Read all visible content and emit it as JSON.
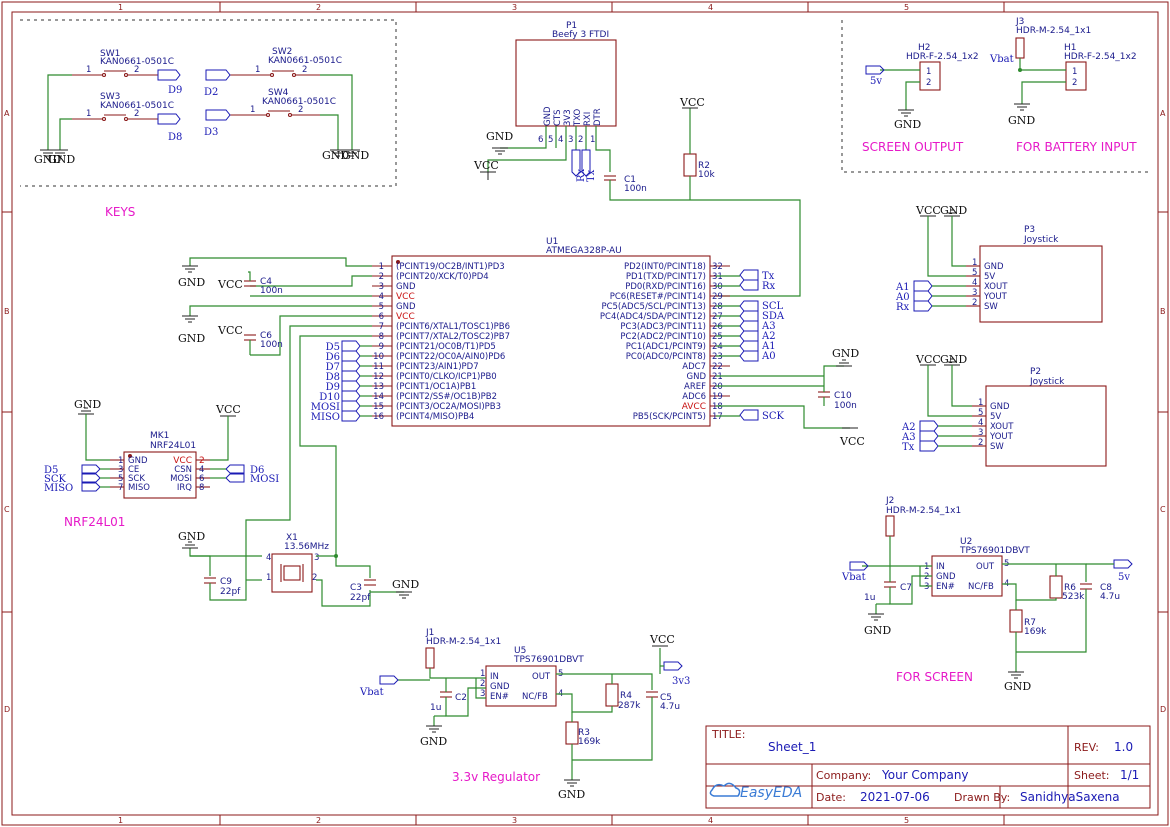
{
  "frame": {
    "columns": [
      "1",
      "2",
      "3",
      "4",
      "5"
    ],
    "rows": [
      "A",
      "B",
      "C",
      "D"
    ]
  },
  "sections": {
    "keys": "KEYS",
    "nrf": "NRF24L01",
    "screen_output": "SCREEN OUTPUT",
    "battery_input": "FOR BATTERY INPUT",
    "for_screen": "FOR SCREEN",
    "regulator": "3.3v Regulator"
  },
  "components": {
    "sw1": {
      "ref": "SW1",
      "value": "KAN0661-0501C"
    },
    "sw2": {
      "ref": "SW2",
      "value": "KAN0661-0501C"
    },
    "sw3": {
      "ref": "SW3",
      "value": "KAN0661-0501C"
    },
    "sw4": {
      "ref": "SW4",
      "value": "KAN0661-0501C"
    },
    "p1": {
      "ref": "P1",
      "value": "Beefy 3 FTDI",
      "pins": [
        "GND",
        "CTS",
        "3V3",
        "TXO",
        "RXI",
        "DTR"
      ],
      "pin_nums": [
        "6",
        "5",
        "4",
        "3",
        "2",
        "1"
      ]
    },
    "c1": {
      "ref": "C1",
      "value": "100n"
    },
    "r2": {
      "ref": "R2",
      "value": "10k"
    },
    "h2": {
      "ref": "H2",
      "value": "HDR-F-2.54_1x2"
    },
    "h1": {
      "ref": "H1",
      "value": "HDR-F-2.54_1x2"
    },
    "j3": {
      "ref": "J3",
      "value": "HDR-M-2.54_1x1"
    },
    "u1": {
      "ref": "U1",
      "value": "ATMEGA328P-AU",
      "left_pins": [
        {
          "num": "1",
          "name": "(PCINT19/OC2B/INT1)PD3"
        },
        {
          "num": "2",
          "name": "(PCINT20/XCK/T0)PD4"
        },
        {
          "num": "3",
          "name": "GND"
        },
        {
          "num": "4",
          "name": "VCC"
        },
        {
          "num": "5",
          "name": "GND"
        },
        {
          "num": "6",
          "name": "VCC"
        },
        {
          "num": "7",
          "name": "(PCINT6/XTAL1/TOSC1)PB6"
        },
        {
          "num": "8",
          "name": "(PCINT7/XTAL2/TOSC2)PB7"
        },
        {
          "num": "9",
          "name": "(PCINT21/OC0B/T1)PD5"
        },
        {
          "num": "10",
          "name": "(PCINT22/OC0A/AIN0)PD6"
        },
        {
          "num": "11",
          "name": "(PCINT23/AIN1)PD7"
        },
        {
          "num": "12",
          "name": "(PCINT0/CLKO/ICP1)PB0"
        },
        {
          "num": "13",
          "name": "(PCINT1/OC1A)PB1"
        },
        {
          "num": "14",
          "name": "(PCINT2/SS#/OC1B)PB2"
        },
        {
          "num": "15",
          "name": "(PCINT3/OC2A/MOSI)PB3"
        },
        {
          "num": "16",
          "name": "(PCINT4/MISO)PB4"
        }
      ],
      "right_pins": [
        {
          "num": "32",
          "name": "PD2(INT0/PCINT18)"
        },
        {
          "num": "31",
          "name": "PD1(TXD/PCINT17)"
        },
        {
          "num": "30",
          "name": "PD0(RXD/PCINT16)"
        },
        {
          "num": "29",
          "name": "PC6(RESET#/PCINT14)"
        },
        {
          "num": "28",
          "name": "PC5(ADC5/SCL/PCINT13)"
        },
        {
          "num": "27",
          "name": "PC4(ADC4/SDA/PCINT12)"
        },
        {
          "num": "26",
          "name": "PC3(ADC3/PCINT11)"
        },
        {
          "num": "25",
          "name": "PC2(ADC2/PCINT10)"
        },
        {
          "num": "24",
          "name": "PC1(ADC1/PCINT9)"
        },
        {
          "num": "23",
          "name": "PC0(ADC0/PCINT8)"
        },
        {
          "num": "22",
          "name": "ADC7"
        },
        {
          "num": "21",
          "name": "GND"
        },
        {
          "num": "20",
          "name": "AREF"
        },
        {
          "num": "19",
          "name": "ADC6"
        },
        {
          "num": "18",
          "name": "AVCC"
        },
        {
          "num": "17",
          "name": "PB5(SCK/PCINT5)"
        }
      ]
    },
    "c4": {
      "ref": "C4",
      "value": "100n"
    },
    "c6": {
      "ref": "C6",
      "value": "100n"
    },
    "c10": {
      "ref": "C10",
      "value": "100n"
    },
    "p3": {
      "ref": "P3",
      "value": "Joystick",
      "pins": [
        {
          "num": "1",
          "name": "GND"
        },
        {
          "num": "5",
          "name": "5V"
        },
        {
          "num": "4",
          "name": "XOUT"
        },
        {
          "num": "3",
          "name": "YOUT"
        },
        {
          "num": "2",
          "name": "SW"
        }
      ]
    },
    "p2": {
      "ref": "P2",
      "value": "Joystick",
      "pins": [
        {
          "num": "1",
          "name": "GND"
        },
        {
          "num": "5",
          "name": "5V"
        },
        {
          "num": "4",
          "name": "XOUT"
        },
        {
          "num": "3",
          "name": "YOUT"
        },
        {
          "num": "2",
          "name": "SW"
        }
      ]
    },
    "mk1": {
      "ref": "MK1",
      "value": "NRF24L01",
      "left": [
        {
          "num": "1",
          "name": "GND"
        },
        {
          "num": "3",
          "name": "CE"
        },
        {
          "num": "5",
          "name": "SCK"
        },
        {
          "num": "7",
          "name": "MISO"
        }
      ],
      "right": [
        {
          "num": "2",
          "name": "VCC"
        },
        {
          "num": "4",
          "name": "CSN"
        },
        {
          "num": "6",
          "name": "MOSI"
        },
        {
          "num": "8",
          "name": "IRQ"
        }
      ]
    },
    "x1": {
      "ref": "X1",
      "value": "13.56MHz"
    },
    "c9": {
      "ref": "C9",
      "value": "22pf"
    },
    "c3": {
      "ref": "C3",
      "value": "22pf"
    },
    "j2": {
      "ref": "J2",
      "value": "HDR-M-2.54_1x1"
    },
    "u2": {
      "ref": "U2",
      "value": "TPS76901DBVT",
      "left": [
        "IN",
        "GND",
        "EN#"
      ],
      "right": [
        "OUT",
        "NC/FB"
      ]
    },
    "c7": {
      "ref": "C7",
      "value": "1u"
    },
    "r6": {
      "ref": "R6",
      "value": "523k"
    },
    "c8": {
      "ref": "C8",
      "value": "4.7u"
    },
    "r7": {
      "ref": "R7",
      "value": "169k"
    },
    "j1": {
      "ref": "J1",
      "value": "HDR-M-2.54_1x1"
    },
    "u5": {
      "ref": "U5",
      "value": "TPS76901DBVT",
      "left": [
        "IN",
        "GND",
        "EN#"
      ],
      "right": [
        "OUT",
        "NC/FB"
      ]
    },
    "c2": {
      "ref": "C2",
      "value": "1u"
    },
    "r4": {
      "ref": "R4",
      "value": "287k"
    },
    "c5": {
      "ref": "C5",
      "value": "4.7u"
    },
    "r3": {
      "ref": "R3",
      "value": "169k"
    }
  },
  "nets": {
    "gnd": "GND",
    "vcc": "VCC",
    "vbat": "Vbat",
    "v5": "5v",
    "v33": "3v3",
    "d9": "D9",
    "d2": "D2",
    "d8": "D8",
    "d3": "D3",
    "rx": "Rx",
    "tx": "Tx",
    "d5": "D5",
    "d6": "D6",
    "d7": "D7",
    "d10": "D10",
    "mosi": "MOSI",
    "miso": "MISO",
    "sck": "SCK",
    "scl": "SCL",
    "sda": "SDA",
    "a3": "A3",
    "a2": "A2",
    "a1": "A1",
    "a0": "A0"
  },
  "title_block": {
    "title_label": "TITLE:",
    "title": "Sheet_1",
    "rev_label": "REV:",
    "rev": "1.0",
    "company_label": "Company:",
    "company": "Your Company",
    "sheet_label": "Sheet:",
    "sheet": "1/1",
    "date_label": "Date:",
    "date": "2021-07-06",
    "drawn_label": "Drawn By:",
    "drawn_by": "SanidhyaSaxena",
    "logo": "EasyEDA"
  },
  "colors": {
    "wire": "#2e8b2e",
    "part": "#8b1a1a",
    "net": "#1a1ab4",
    "section": "#e619c8",
    "pin_red": "#c81414"
  }
}
